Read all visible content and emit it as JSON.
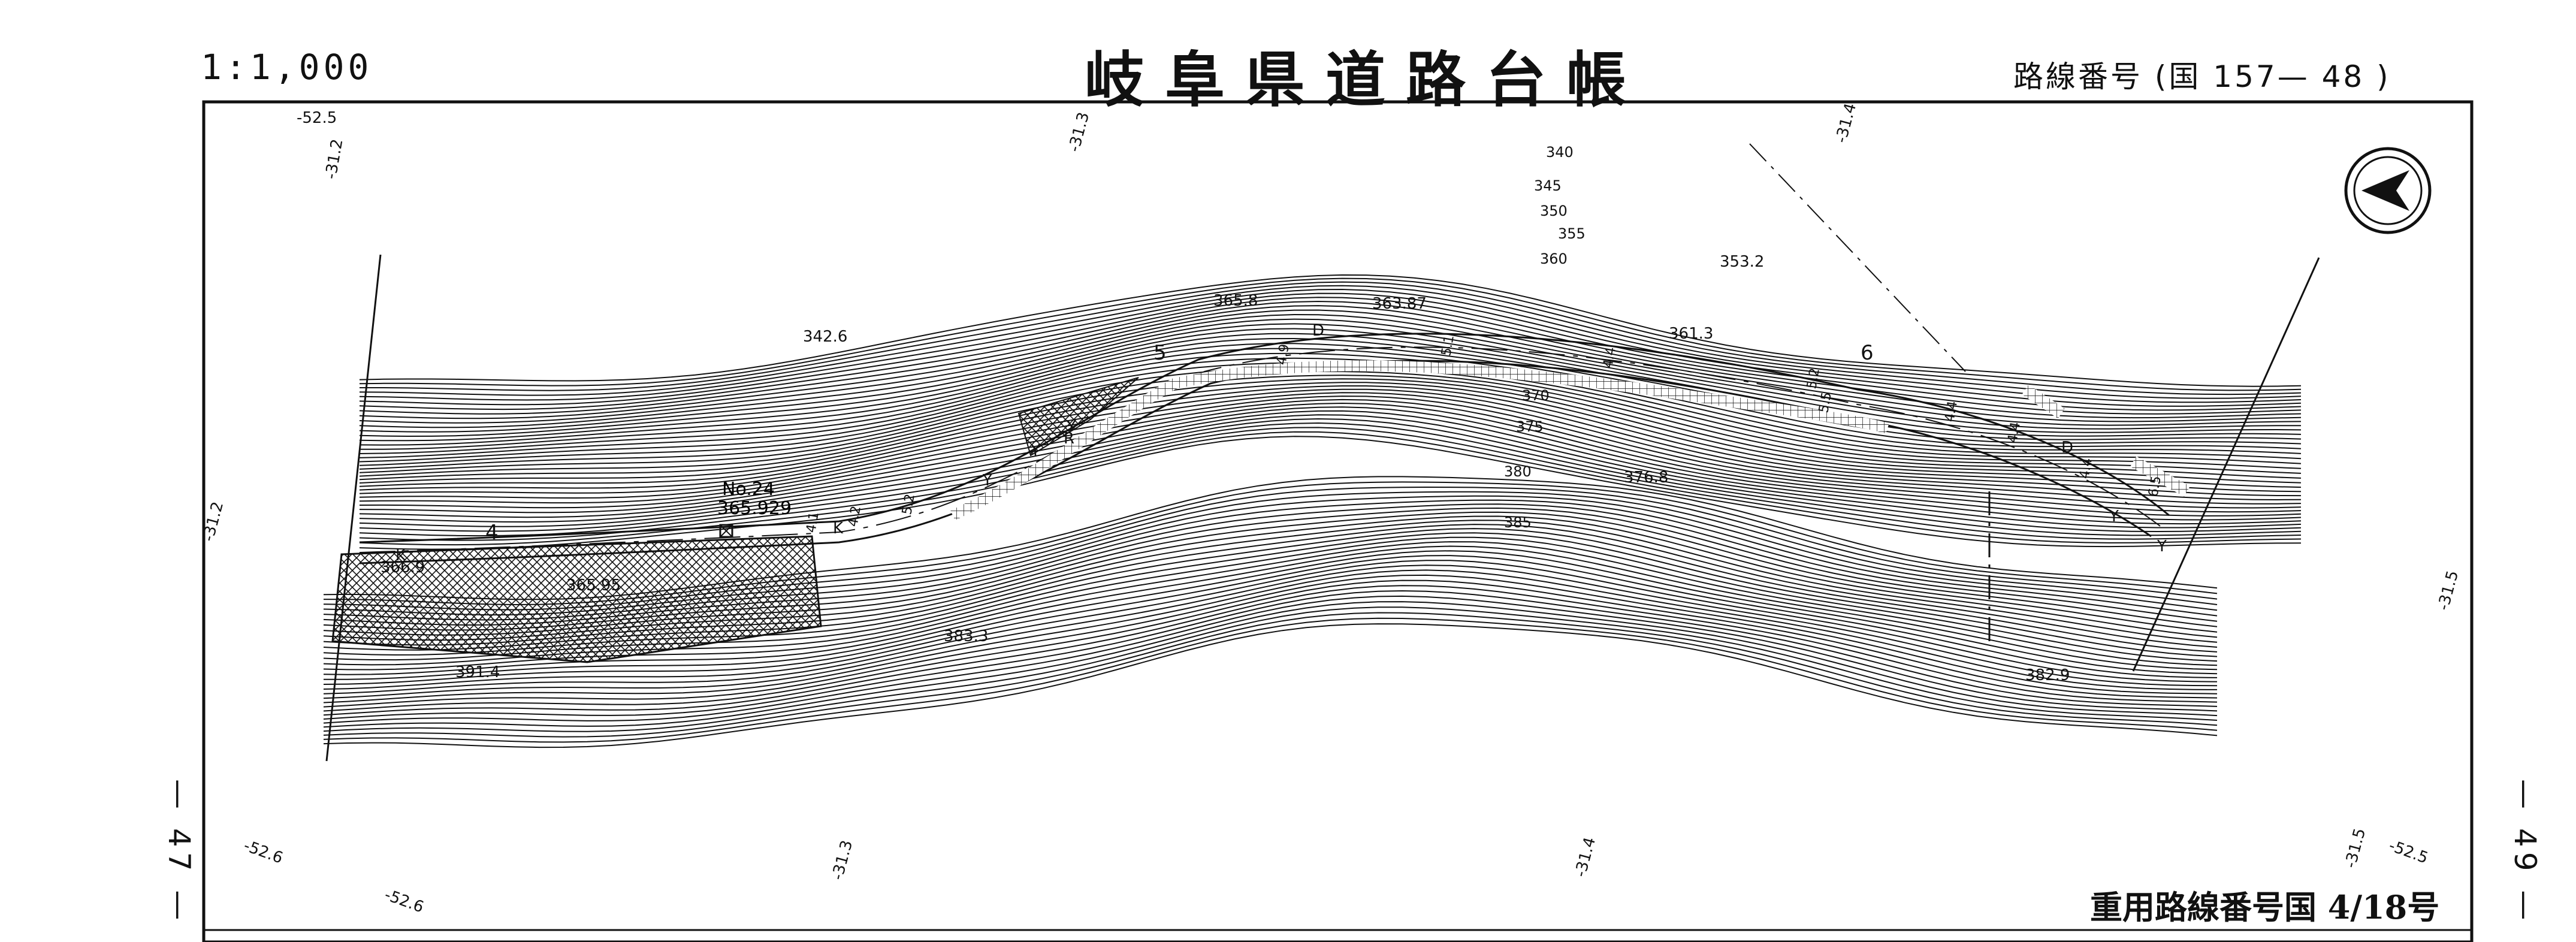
{
  "header": {
    "scale": "1:1,000",
    "title": "岐阜県道路台帳",
    "route_number": "路線番号 (国 157— 48 )"
  },
  "sheet_neighbors": {
    "left": "— 47 —",
    "right": "— 49 —"
  },
  "footer": {
    "overlap_route": "重用路線番号国 4/18号"
  },
  "grid_labels": [
    "-52.5",
    "-31.2",
    "-31.3",
    "-31.4",
    "-31.2",
    "-31.5",
    "-52.6",
    "-52.6",
    "-31.3",
    "-31.4",
    "-31.5",
    "-52.5"
  ],
  "contour_labels": [
    "340",
    "345",
    "350",
    "355",
    "360",
    "370",
    "375",
    "380",
    "385"
  ],
  "spot_heights": [
    "342.6",
    "365.8",
    "363.87",
    "353.2",
    "361.3",
    "366.9",
    "365.95",
    "383.3",
    "376.8",
    "391.4",
    "382.9"
  ],
  "benchmark": {
    "id": "No.24",
    "elevation": "365.929"
  },
  "stations": [
    "4",
    "5",
    "6"
  ],
  "widths": [
    "4.1",
    "4.2",
    "5.2",
    "4.9",
    "5.1",
    "4.4",
    "5.2",
    "5.5",
    "4.4",
    "4.4",
    "4.4",
    "6.5"
  ],
  "map_symbols": [
    "K",
    "K",
    "D",
    "D",
    "R",
    "Y",
    "Y",
    "Y",
    "Y",
    "Y"
  ],
  "icons": {
    "north_arrow": "north-arrow-icon"
  }
}
